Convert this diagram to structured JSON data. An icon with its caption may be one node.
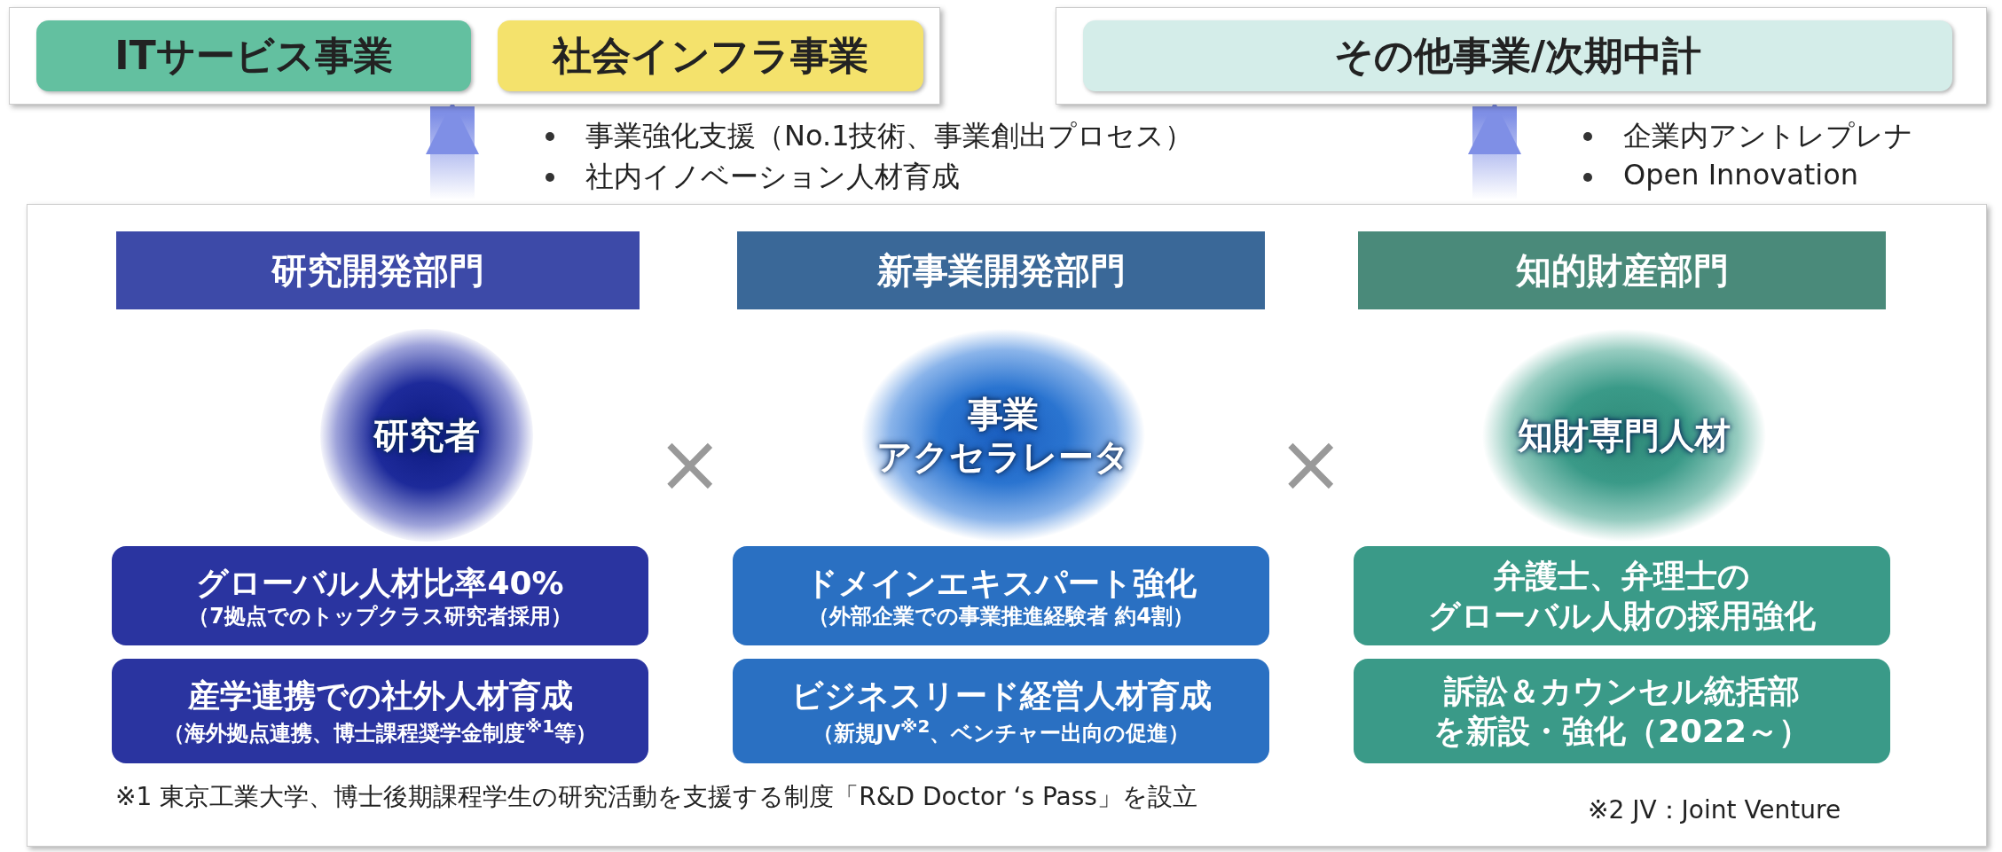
{
  "diagram": {
    "nodes": [
      {
        "text": [],
        "shape": "box"
      },
      {
        "text": [
          "ITサービス事業"
        ],
        "in": 0
      },
      {
        "text": [
          "社会インフラ事業"
        ],
        "in": 0
      },
      {
        "text": [],
        "shape": "box"
      },
      {
        "text": [
          "その他事業/次期中計"
        ],
        "in": 3
      },
      {
        "text": [],
        "shape": "box"
      },
      {
        "text": [
          "研究開発部門"
        ],
        "in": 5
      },
      {
        "text": [
          "新事業開発部門"
        ],
        "in": 5
      },
      {
        "text": [
          "知的財産部門"
        ],
        "in": 5
      },
      {
        "text": [
          "研究者"
        ],
        "in": 5
      },
      {
        "text": [
          "事業アクセラレータ"
        ],
        "in": 5
      },
      {
        "text": [
          "知財専門人材"
        ],
        "in": 5
      },
      {
        "text": [
          "グローバル人材比率40%",
          "（7拠点でのトップクラス研究者採用）"
        ],
        "in": 5
      },
      {
        "text": [
          "ドメインエキスパート強化",
          "（外部企業での事業推進経験者 約4割）"
        ],
        "in": 5
      },
      {
        "text": [
          "弁護士、弁理士のグローバル人財の採用強化"
        ],
        "in": 5
      },
      {
        "text": [
          "産学連携での社外人材育成",
          "（海外拠点連携、博士課程奨学金制度$^{※1}$等）"
        ],
        "in": 5
      },
      {
        "text": [
          "ビジネスリード経営人材育成",
          "（新規JV$^{※2}$、ベンチャー出向の促進）"
        ],
        "in": 5
      },
      {
        "text": [
          "訴訟＆カウンセル統括部を新設・強化（2022～）"
        ],
        "in": 5
      }
    ],
    "edges": [
      {
        "from": 5,
        "to": 0,
        "arrow": "to"
      },
      {
        "from": 5,
        "to": 3,
        "arrow": "to"
      }
    ],
    "labels": [
      "事業強化支援（No.1技術、事業創出プロセス）",
      "社内イノベーション人材育成",
      "企業内アントレプレナ",
      "Open Innovation",
      "×",
      "×",
      "※1 東京工業大学、博士後期課程学生の研究活動を支援する制度「R&D Doctor ‘s Pass」を設立",
      "※2 JV：Joint Venture"
    ]
  }
}
